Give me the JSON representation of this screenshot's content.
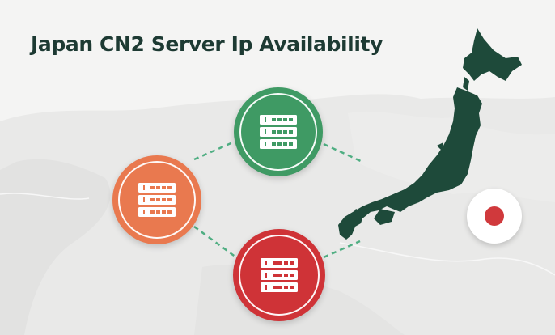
{
  "title": "Japan CN2 Server Ip Availability",
  "colors": {
    "title": "#1d3a33",
    "japan_map": "#1e4a3a",
    "node_green": "#3f9a64",
    "node_orange": "#e9794f",
    "node_red": "#cf3337",
    "connector": "#4fae82",
    "flag_sun": "#d0393c"
  },
  "nodes": [
    {
      "name": "server-node-green",
      "color": "green",
      "icon": "server-rack-icon",
      "position": "top"
    },
    {
      "name": "server-node-orange",
      "color": "orange",
      "icon": "server-rack-icon",
      "position": "left"
    },
    {
      "name": "server-node-red",
      "color": "red",
      "icon": "server-rack-icon",
      "position": "bottom"
    }
  ],
  "map": {
    "region": "Japan",
    "background": "world-map-faint"
  },
  "flag": {
    "country": "Japan",
    "icon": "japan-flag-icon"
  }
}
